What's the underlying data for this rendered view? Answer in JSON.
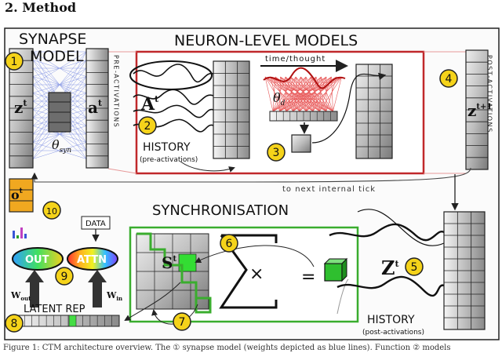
{
  "heading": "2. Method",
  "caption": "Figure 1: CTM architecture overview. The ① synapse model (weights depicted as blue lines). Function ② models",
  "labels": {
    "synapse_model": "SYNAPSE",
    "synapse_model_2": "MODEL",
    "neuron_level_models": "NEURON-LEVEL MODELS",
    "pre_activations": "PRE-ACTIVATIONS",
    "post_activations": "POST-ACTIVATIONS",
    "time_thought": "time/thought",
    "history": "HISTORY",
    "history_pre": "(pre-activations)",
    "to_next_tick": "to next internal tick",
    "synchronisation": "SYNCHRONISATION",
    "data": "DATA",
    "out": "OUT",
    "attn": "ATTN",
    "latent_rep": "LATENT REP",
    "history2": "HISTORY",
    "history_post": "(post-activations)",
    "theta_syn": "θsyn",
    "theta_d": "θd",
    "z_t": "zt",
    "a_t": "at",
    "A_t": "At",
    "o_t": "ot",
    "s_t": "St",
    "z_t1": "zt+1",
    "Z_t": "Zt",
    "w_out": "Wout",
    "w_in": "Win"
  },
  "steps": [
    "1",
    "2",
    "3",
    "4",
    "5",
    "6",
    "7",
    "8",
    "9",
    "10"
  ],
  "colors": {
    "yellow": "#f5d31a",
    "synapse_blue": "#3a55d6",
    "red_box": "#c0282b",
    "green_box": "#3aad2e",
    "orange_o": "#f0a820"
  }
}
